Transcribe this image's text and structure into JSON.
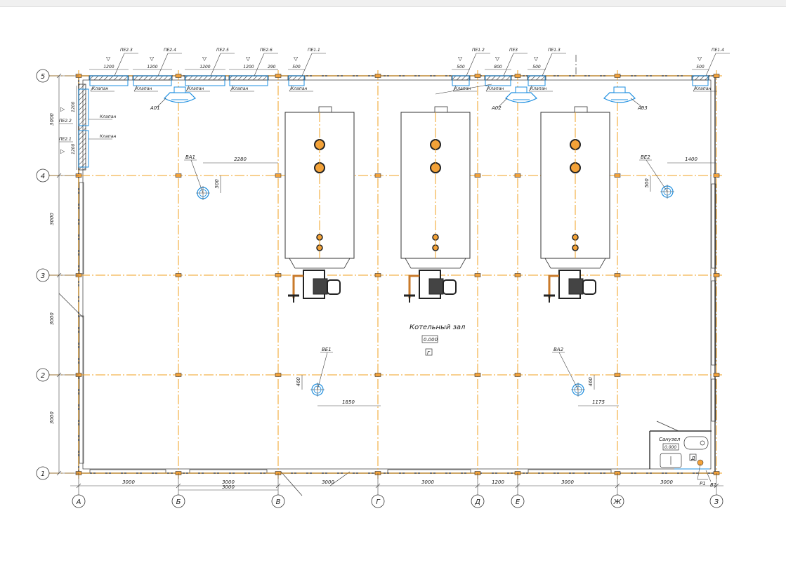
{
  "axes_letters": [
    "А",
    "Б",
    "В",
    "Г",
    "Д",
    "Е",
    "Ж",
    "З"
  ],
  "axes_numbers": [
    "1",
    "2",
    "3",
    "4",
    "5"
  ],
  "dims_bottom": [
    "3000",
    "3000",
    "3000",
    "3000",
    "1200",
    "3000",
    "3000"
  ],
  "dim_extra": "3000",
  "dims_left": [
    "3000",
    "3000",
    "3000",
    "3000"
  ],
  "dims_top": [
    "1200",
    "1200",
    "1200",
    "1200",
    "290",
    "500",
    "500",
    "800",
    "500",
    "500"
  ],
  "vent_tags": [
    "ПЕ2.3",
    "ПЕ2.4",
    "ПЕ2.5",
    "ПЕ2.6",
    "ПЕ1.1",
    "ПЕ1.2",
    "ПЕ3",
    "ПЕ1.3",
    "ПЕ1.4"
  ],
  "side_tags": [
    "ПЕ2.2",
    "ПЕ2.1"
  ],
  "side_dims": [
    "1200",
    "1200"
  ],
  "valve_label": "Клапан",
  "unit_tags": [
    "А01",
    "А02",
    "А03"
  ],
  "vent_points": [
    {
      "tag": "ВА1",
      "d1": "2280",
      "d2": "500"
    },
    {
      "tag": "ВЕ2",
      "d1": "1400",
      "d2": "500"
    },
    {
      "tag": "ВЕ1",
      "d1": "1850",
      "d2": "460"
    },
    {
      "tag": "ВА2",
      "d1": "1175",
      "d2": "460"
    }
  ],
  "room_main": {
    "name": "Котельный зал",
    "level": "0.000",
    "code": "Г"
  },
  "room_wc": {
    "name": "Санузел",
    "level": "0.000",
    "code": "Д"
  },
  "corner_tags": [
    "Р1",
    "В1"
  ],
  "colors": {
    "grid": "#f0a020",
    "equipment": "#1e8fe0",
    "lines": "#333333"
  }
}
